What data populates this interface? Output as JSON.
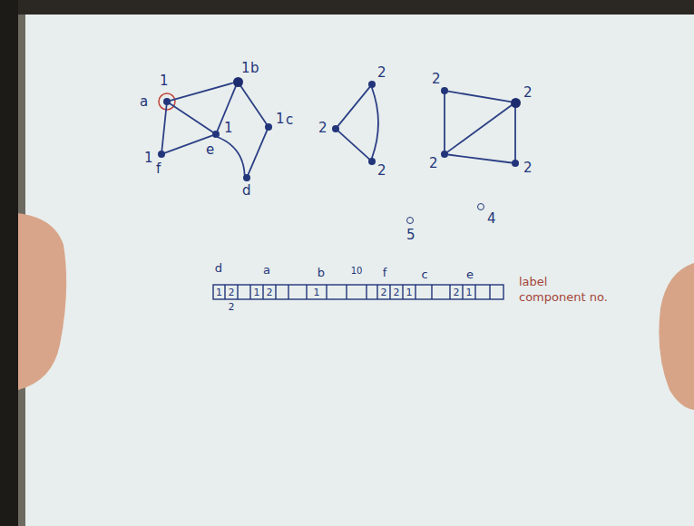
{
  "diagram": {
    "nodes": [
      {
        "text": [
          "1",
          "a"
        ]
      },
      {
        "text": [
          "1",
          "b"
        ]
      },
      {
        "text": [
          "1",
          "c"
        ]
      },
      {
        "text": [
          "d"
        ]
      },
      {
        "text": [
          "1",
          "e"
        ]
      },
      {
        "text": [
          "1",
          "f"
        ]
      },
      {
        "text": [
          "2"
        ]
      },
      {
        "text": [
          "2"
        ]
      },
      {
        "text": [
          "2"
        ]
      },
      {
        "text": [
          "2"
        ]
      },
      {
        "text": [
          "2"
        ]
      },
      {
        "text": [
          "2"
        ]
      },
      {
        "text": [
          "2"
        ]
      },
      {
        "text": [
          "5"
        ]
      },
      {
        "text": [
          "4"
        ]
      }
    ],
    "edges": [
      {
        "from": 0,
        "to": 1,
        "arrow": "none"
      },
      {
        "from": 0,
        "to": 5,
        "arrow": "none"
      },
      {
        "from": 0,
        "to": 4,
        "arrow": "none"
      },
      {
        "from": 5,
        "to": 4,
        "arrow": "none"
      },
      {
        "from": 4,
        "to": 1,
        "arrow": "none"
      },
      {
        "from": 1,
        "to": 2,
        "arrow": "none"
      },
      {
        "from": 2,
        "to": 3,
        "arrow": "none"
      },
      {
        "from": 4,
        "to": 3,
        "arrow": "none"
      },
      {
        "from": 6,
        "to": 7,
        "arrow": "none"
      },
      {
        "from": 7,
        "to": 8,
        "arrow": "none"
      },
      {
        "from": 6,
        "to": 8,
        "arrow": "none"
      },
      {
        "from": 9,
        "to": 10,
        "arrow": "none"
      },
      {
        "from": 10,
        "to": 11,
        "arrow": "none"
      },
      {
        "from": 11,
        "to": 12,
        "arrow": "none"
      },
      {
        "from": 12,
        "to": 9,
        "arrow": "none"
      },
      {
        "from": 12,
        "to": 10,
        "arrow": "none"
      }
    ],
    "labels": [
      "d",
      "a",
      "b",
      "10",
      "f",
      "c",
      "e",
      "1",
      "2",
      "2",
      "1",
      "2",
      "1",
      "2",
      "2",
      "1",
      "2",
      "1",
      "label",
      "component no."
    ]
  }
}
